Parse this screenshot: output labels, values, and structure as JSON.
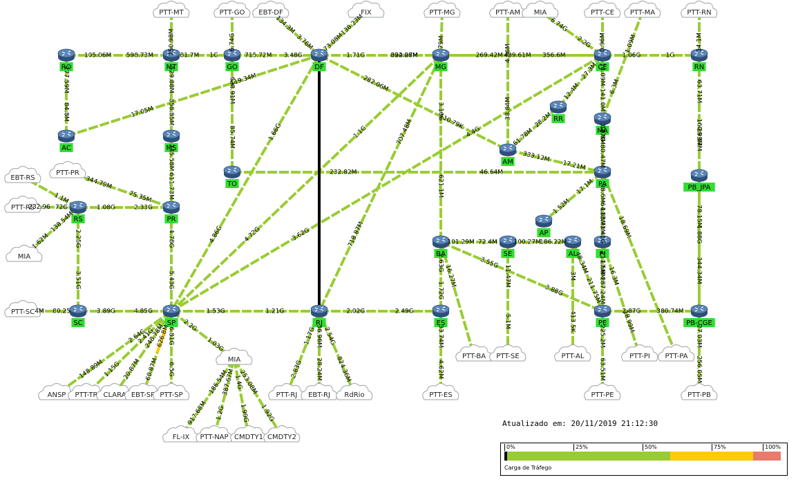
{
  "routers": [
    {
      "id": "RO",
      "label": "RO"
    },
    {
      "id": "MT",
      "label": "MT"
    },
    {
      "id": "GO",
      "label": "GO"
    },
    {
      "id": "DF",
      "label": "DF"
    },
    {
      "id": "MG",
      "label": "MG"
    },
    {
      "id": "CE",
      "label": "CE"
    },
    {
      "id": "RN",
      "label": "RN"
    },
    {
      "id": "AC",
      "label": "AC"
    },
    {
      "id": "MS",
      "label": "MS"
    },
    {
      "id": "TO",
      "label": "TO"
    },
    {
      "id": "RR",
      "label": "RR"
    },
    {
      "id": "MA",
      "label": "MA"
    },
    {
      "id": "AM",
      "label": "AM"
    },
    {
      "id": "PA",
      "label": "PA"
    },
    {
      "id": "PB_JPA",
      "label": "PB_JPA"
    },
    {
      "id": "RS",
      "label": "RS"
    },
    {
      "id": "PR",
      "label": "PR"
    },
    {
      "id": "AP",
      "label": "AP"
    },
    {
      "id": "BA",
      "label": "BA"
    },
    {
      "id": "SE",
      "label": "SE"
    },
    {
      "id": "AL",
      "label": "AL"
    },
    {
      "id": "PI",
      "label": "PI"
    },
    {
      "id": "SC",
      "label": "SC"
    },
    {
      "id": "SP",
      "label": "SP"
    },
    {
      "id": "RJ",
      "label": "RJ"
    },
    {
      "id": "ES",
      "label": "ES"
    },
    {
      "id": "PE",
      "label": "PE"
    },
    {
      "id": "PB_CGE",
      "label": "PB-CGE"
    }
  ],
  "clouds": [
    {
      "id": "c_ptt_mt",
      "label": "PTT-MT"
    },
    {
      "id": "c_ptt_go",
      "label": "PTT-GO"
    },
    {
      "id": "c_ebt_df",
      "label": "EBT-DF"
    },
    {
      "id": "c_fix",
      "label": "FIX"
    },
    {
      "id": "c_ptt_mg",
      "label": "PTT-MG"
    },
    {
      "id": "c_ptt_am",
      "label": "PTT-AM"
    },
    {
      "id": "c_mia_top",
      "label": "MIA"
    },
    {
      "id": "c_ptt_ce",
      "label": "PTT-CE"
    },
    {
      "id": "c_ptt_ma",
      "label": "PTT-MA"
    },
    {
      "id": "c_ptt_rn",
      "label": "PTT-RN"
    },
    {
      "id": "c_ebt_rs",
      "label": "EBT-RS"
    },
    {
      "id": "c_ptt_pr",
      "label": "PTT-PR"
    },
    {
      "id": "c_ptt_rs",
      "label": "PTT-RS"
    },
    {
      "id": "c_mia_left",
      "label": "MIA"
    },
    {
      "id": "c_ptt_sc",
      "label": "PTT-SC"
    },
    {
      "id": "c_ansp",
      "label": "ANSP"
    },
    {
      "id": "c_ptt_tr",
      "label": "PTT-TR"
    },
    {
      "id": "c_clara",
      "label": "CLARA"
    },
    {
      "id": "c_ebt_sp",
      "label": "EBT-SP"
    },
    {
      "id": "c_ptt_sp",
      "label": "PTT-SP"
    },
    {
      "id": "c_mia_sp",
      "label": "MIA"
    },
    {
      "id": "c_fl_ix",
      "label": "FL-IX"
    },
    {
      "id": "c_ptt_nap",
      "label": "PTT-NAP"
    },
    {
      "id": "c_cmdty1",
      "label": "CMDTY1"
    },
    {
      "id": "c_cmdty2",
      "label": "CMDTY2"
    },
    {
      "id": "c_ptt_rj",
      "label": "PTT-RJ"
    },
    {
      "id": "c_ebt_rj",
      "label": "EBT-RJ"
    },
    {
      "id": "c_rdrio",
      "label": "RdRio"
    },
    {
      "id": "c_ptt_es",
      "label": "PTT-ES"
    },
    {
      "id": "c_ptt_ba",
      "label": "PTT-BA"
    },
    {
      "id": "c_ptt_se",
      "label": "PTT-SE"
    },
    {
      "id": "c_ptt_al",
      "label": "PTT-AL"
    },
    {
      "id": "c_ptt_pe",
      "label": "PTT-PE"
    },
    {
      "id": "c_ptt_pi",
      "label": "PTT-PI"
    },
    {
      "id": "c_ptt_pa",
      "label": "PTT-PA"
    },
    {
      "id": "c_ptt_pb",
      "label": "PTT-PB"
    }
  ],
  "links": [
    {
      "a": "RO",
      "b": "MT",
      "la": "105.06M",
      "lb": "598.73M"
    },
    {
      "a": "MT",
      "b": "GO",
      "la": "81.7M",
      "lb": "1G"
    },
    {
      "a": "GO",
      "b": "DF",
      "la": "715.72M",
      "lb": "3.48G"
    },
    {
      "a": "DF",
      "b": "MG",
      "la": "1.71G",
      "lb": "322.27M"
    },
    {
      "a": "MG",
      "b": "CE",
      "la": "269.42M",
      "lb": "356.6M"
    },
    {
      "a": "CE",
      "b": "RN",
      "la": "1.06G",
      "lb": "1G"
    },
    {
      "a": "RO",
      "b": "AC",
      "la": "277.59M",
      "lb": "84.8M"
    },
    {
      "a": "AC",
      "b": "DF",
      "la": "17.05M",
      "lb": "119.34M"
    },
    {
      "a": "MT",
      "b": "MS",
      "la": "529.88M",
      "lb": "358.85M"
    },
    {
      "a": "MS",
      "b": "PR",
      "la": "245.58M",
      "lb": "611.73M"
    },
    {
      "a": "GO",
      "b": "TO",
      "la": "638.91M",
      "lb": "85.74M"
    },
    {
      "a": "TO",
      "b": "PA",
      "la": "232.82M",
      "lb": "46.64M"
    },
    {
      "a": "DF",
      "b": "SP",
      "la": "1.66G",
      "lb": "4.86G"
    },
    {
      "a": "DF",
      "b": "CE",
      "la": "894.08M",
      "lb": "439.61M"
    },
    {
      "a": "DF",
      "b": "AM",
      "la": "282.06M",
      "lb": "110.79K"
    },
    {
      "a": "MG",
      "b": "SP",
      "la": "1.1G",
      "lb": "4.72G"
    },
    {
      "a": "MG",
      "b": "RJ",
      "la": "707.48M",
      "lb": "718.87M"
    },
    {
      "a": "MG",
      "b": "BA",
      "la": "3.16G",
      "lb": "621.1M"
    },
    {
      "a": "CE",
      "b": "SP",
      "la": "4.4G",
      "lb": "3.62G"
    },
    {
      "a": "CE",
      "b": "MA",
      "la": "14.09M",
      "lb": "141.0M"
    },
    {
      "a": "CE",
      "b": "PE",
      "la": "3.27G",
      "lb": "1.41G"
    },
    {
      "a": "CE",
      "b": "RR",
      "la": "27.3M",
      "lb": "12.4M"
    },
    {
      "a": "RR",
      "b": "AM",
      "la": "28.2M",
      "lb": "61.78M"
    },
    {
      "a": "MA",
      "b": "PA",
      "la": "16.8M",
      "lb": "80.47M"
    },
    {
      "a": "AM",
      "b": "PA",
      "la": "333.12M",
      "lb": "17.21M"
    },
    {
      "a": "RN",
      "b": "PB_JPA",
      "la": "63.71M",
      "lb": "29.57M"
    },
    {
      "a": "RN",
      "b": "PB_CGE",
      "la": "160.99M",
      "lb": "1.88G"
    },
    {
      "a": "PB_JPA",
      "b": "PB_CGE",
      "la": "78.15M",
      "lb": "344.34M"
    },
    {
      "a": "PA",
      "b": "AP",
      "la": "17.1M",
      "lb": "1.52M"
    },
    {
      "a": "PA",
      "b": "PI",
      "la": "98.6M",
      "lb": "113.73M"
    },
    {
      "a": "PA",
      "b": "PE",
      "la": "64.88M",
      "lb": "17.6M"
    },
    {
      "a": "RS",
      "b": "PR",
      "la": "1.08G",
      "lb": "2.33G"
    },
    {
      "a": "RS",
      "b": "SC",
      "la": "2.25G",
      "lb": "3.51G"
    },
    {
      "a": "PR",
      "b": "SP",
      "la": "4.78G",
      "lb": "5.43G"
    },
    {
      "a": "SC",
      "b": "SP",
      "la": "3.89G",
      "lb": "4.85G"
    },
    {
      "a": "SP",
      "b": "RJ",
      "la": "1.53G",
      "lb": "1.21G"
    },
    {
      "a": "RJ",
      "b": "ES",
      "la": "2.02G",
      "lb": "2.49G"
    },
    {
      "a": "BA",
      "b": "SE",
      "la": "101.29M",
      "lb": "72.4M"
    },
    {
      "a": "SE",
      "b": "AL",
      "la": "100.27M",
      "lb": "186.22M"
    },
    {
      "a": "BA",
      "b": "ES",
      "la": "2.63G",
      "lb": "1.72G"
    },
    {
      "a": "BA",
      "b": "PE",
      "la": "3.55G",
      "lb": "3.88G"
    },
    {
      "a": "AL",
      "b": "PE",
      "la": "48.34M",
      "lb": "211.75M"
    },
    {
      "a": "PI",
      "b": "PE",
      "la": "217.6M",
      "lb": "287.24M"
    },
    {
      "a": "PE",
      "b": "PB_CGE",
      "la": "2.87G",
      "lb": "380.74M"
    },
    {
      "a": "MT",
      "b": "c_ptt_mt",
      "la": "750.98M",
      "lb": ""
    },
    {
      "a": "GO",
      "b": "c_ptt_go",
      "la": "6.74G",
      "lb": ""
    },
    {
      "a": "DF",
      "b": "c_ebt_df",
      "la": "3.76M",
      "lb": "134.3M"
    },
    {
      "a": "DF",
      "b": "c_fix",
      "la": "73.08M",
      "lb": "138.23M"
    },
    {
      "a": "MG",
      "b": "c_ptt_mg",
      "la": "79M",
      "lb": ""
    },
    {
      "a": "AM",
      "b": "c_ptt_am",
      "la": "38.84M",
      "lb": "4.86M"
    },
    {
      "a": "CE",
      "b": "c_mia_top",
      "la": "2.2G",
      "lb": "6.74G"
    },
    {
      "a": "CE",
      "b": "c_ptt_ce",
      "la": "0.96M",
      "lb": ""
    },
    {
      "a": "MA",
      "b": "c_ptt_ma",
      "la": "6.3M",
      "lb": "1.09M"
    },
    {
      "a": "RN",
      "b": "c_ptt_rn",
      "la": "14.1M",
      "lb": ""
    },
    {
      "a": "RS",
      "b": "c_ebt_rs",
      "la": "1.1M",
      "lb": ""
    },
    {
      "a": "PR",
      "b": "c_ptt_pr",
      "la": "75.35M",
      "lb": "344.79M"
    },
    {
      "a": "RS",
      "b": "c_ptt_rs",
      "la": "72G",
      "lb": "232.96"
    },
    {
      "a": "RS",
      "b": "c_mia_left",
      "la": "138.54M",
      "lb": "1.62M"
    },
    {
      "a": "SC",
      "b": "c_ptt_sc",
      "la": "80.25",
      "lb": "4M"
    },
    {
      "a": "SP",
      "b": "c_ansp",
      "la": "2.64G",
      "lb": "148.89M"
    },
    {
      "a": "SP",
      "b": "c_ptt_tr",
      "la": "2.41G",
      "lb": "1.15G"
    },
    {
      "a": "SP",
      "b": "c_clara",
      "la": "248.78M",
      "lb": "20.87M"
    },
    {
      "a": "SP",
      "b": "c_ebt_sp",
      "la": "626.8M",
      "lb": "60.87M"
    },
    {
      "a": "SP",
      "b": "c_ptt_sp",
      "la": "6.81G",
      "lb": "6.5G"
    },
    {
      "a": "SP",
      "b": "c_mia_sp",
      "la": "2.2G",
      "lb": "1.03G"
    },
    {
      "a": "c_mia_sp",
      "b": "c_fl_ix",
      "la": "186.54M",
      "lb": "917.68M"
    },
    {
      "a": "c_mia_sp",
      "b": "c_ptt_nap",
      "la": "387.67M",
      "lb": "1.2G"
    },
    {
      "a": "c_mia_sp",
      "b": "c_cmdty1",
      "la": "1.4G",
      "lb": "1.99G"
    },
    {
      "a": "c_mia_sp",
      "b": "c_cmdty2",
      "la": "253.08M",
      "lb": "1.92G"
    },
    {
      "a": "RJ",
      "b": "c_ptt_rj",
      "la": "1.17G",
      "lb": "2.83G"
    },
    {
      "a": "RJ",
      "b": "c_ebt_rj",
      "la": "36.96M",
      "lb": "28.24M"
    },
    {
      "a": "RJ",
      "b": "c_rdrio",
      "la": "2.54G",
      "lb": "824.36M"
    },
    {
      "a": "ES",
      "b": "c_ptt_es",
      "la": "33.74M",
      "lb": "4.62M"
    },
    {
      "a": "BA",
      "b": "c_ptt_ba",
      "la": "16.27M",
      "lb": ""
    },
    {
      "a": "SE",
      "b": "c_ptt_se",
      "la": "11.47M",
      "lb": "5.1M"
    },
    {
      "a": "AL",
      "b": "c_ptt_al",
      "la": "3M",
      "lb": "413.5K"
    },
    {
      "a": "PE",
      "b": "c_ptt_pe",
      "la": "225.2M",
      "lb": "63.51M"
    },
    {
      "a": "PI",
      "b": "c_ptt_pi",
      "la": "16.3M",
      "lb": "18.99M"
    },
    {
      "a": "PA",
      "b": "c_ptt_pa",
      "la": "18.69M",
      "lb": ""
    },
    {
      "a": "PB_CGE",
      "b": "c_ptt_pb",
      "la": "27.03M",
      "lb": "256.05M"
    }
  ],
  "timestamp": "Atualizado em: 20/11/2019 21:12:30",
  "legend": {
    "caption": "Carga de Tráfego",
    "ticks": [
      "0%",
      "25%",
      "50%",
      "75%",
      "100%"
    ],
    "segments": [
      {
        "color": "#000000",
        "pct": 0.01
      },
      {
        "color": "#99cc33",
        "pct": 0.59
      },
      {
        "color": "#ffcc00",
        "pct": 0.3
      },
      {
        "color": "#e87b6b",
        "pct": 0.1
      }
    ]
  },
  "colors": {
    "link": "#99cc33",
    "router_label": "#33dd33",
    "backbone": "#000000",
    "hot_link": "#ffcc00"
  }
}
